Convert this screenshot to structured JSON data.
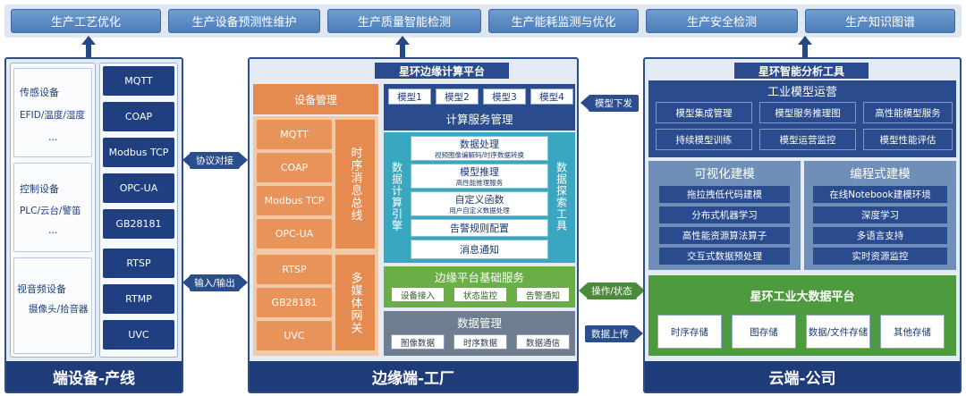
{
  "top_apps": [
    "生产工艺优化",
    "生产设备预测性维护",
    "生产质量智能检测",
    "生产能耗监测与优化",
    "生产安全检测",
    "生产知识图谱"
  ],
  "left": {
    "groups": [
      {
        "title": "传感设备",
        "line1": "EFID/温度/湿度",
        "line2": "..."
      },
      {
        "title": "控制设备",
        "line1": "PLC/云台/警笛",
        "line2": "..."
      },
      {
        "title": "视音频设备",
        "line1": "摄像头/拾音器",
        "line2": ""
      }
    ],
    "protocols": [
      "MQTT",
      "COAP",
      "Modbus TCP",
      "OPC-UA",
      "GB28181",
      "RTSP",
      "RTMP",
      "UVC"
    ],
    "footer": "端设备-产线"
  },
  "connectors": {
    "protocol": "协议对接",
    "io": "输入/输出",
    "model_down": "模型下发",
    "op_status": "操作/状态",
    "data_up": "数据上传"
  },
  "edge": {
    "title": "星环边缘计算平台",
    "device_mgmt": "设备管理",
    "protocols": [
      "MQTT",
      "COAP",
      "Modbus TCP",
      "OPC-UA",
      "RTSP",
      "GB28181",
      "UVC"
    ],
    "ts_bus": "时序消息总线",
    "media_gw": "多媒体网关",
    "models": [
      "模型1",
      "模型2",
      "模型3",
      "模型4"
    ],
    "compute_title": "计算服务管理",
    "engine": "数据计算引擎",
    "explore": "数据探索工具",
    "services": [
      {
        "title": "数据处理",
        "sub": "视频图像编解码/时序数据转换"
      },
      {
        "title": "模型推理",
        "sub": "高性能推理服务"
      },
      {
        "title": "自定义函数",
        "sub": "用户自定义数据处理"
      },
      {
        "title": "告警规则配置",
        "sub": ""
      },
      {
        "title": "消息通知",
        "sub": ""
      }
    ],
    "base_title": "边缘平台基础服务",
    "base_items": [
      "设备接入",
      "状态监控",
      "告警通知"
    ],
    "data_title": "数据管理",
    "data_items": [
      "图像数据",
      "时序数据",
      "数据通信"
    ],
    "footer": "边缘端-工厂"
  },
  "cloud": {
    "title": "星环智能分析工具",
    "ops_title": "工业模型运营",
    "ops_items": [
      "模型集成管理",
      "模型服务推理图",
      "高性能模型服务",
      "持续模型训练",
      "模型运营监控",
      "模型性能评估"
    ],
    "visual_title": "可视化建模",
    "visual_items": [
      "拖拉拽低代码建模",
      "分布式机器学习",
      "高性能资源算法算子",
      "交互式数据预处理"
    ],
    "code_title": "编程式建模",
    "code_items": [
      "在线Notebook建模环境",
      "深度学习",
      "多语言支持",
      "实时资源监控"
    ],
    "bigdata_title": "星环工业大数据平台",
    "storage": [
      "时序存储",
      "图存储",
      "数据/文件存储",
      "其他存储"
    ],
    "footer": "云端-公司"
  }
}
